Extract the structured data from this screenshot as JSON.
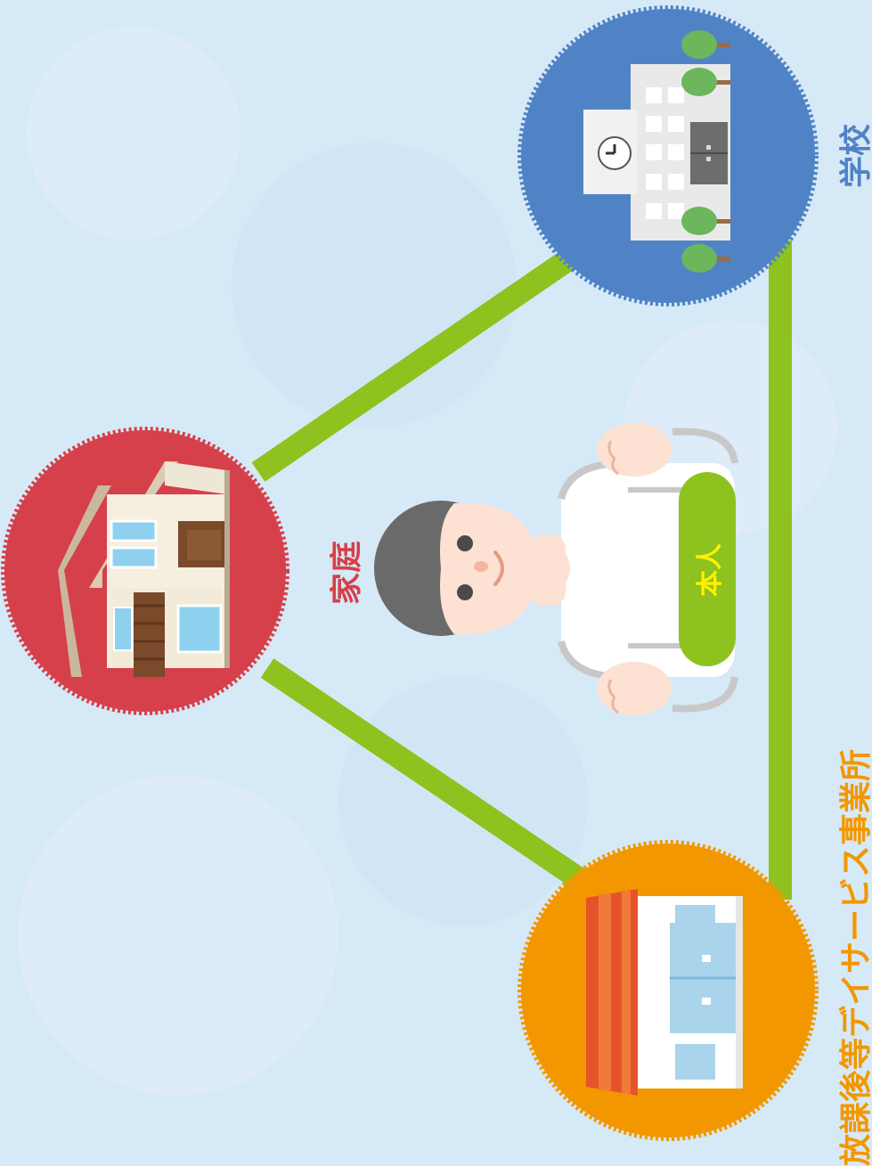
{
  "nodes": {
    "home": {
      "label": "家庭",
      "color": "#d6404a",
      "label_color": "#d6404a"
    },
    "school": {
      "label": "学校",
      "color": "#5083c6",
      "label_color": "#5083c6"
    },
    "office": {
      "label": "放課後等デイサービス事業所",
      "color": "#f39700",
      "label_color": "#f39700"
    }
  },
  "center": {
    "label": "本人",
    "badge_color": "#8dc21f",
    "label_color": "#fff100"
  },
  "colors": {
    "background": "#d6e9f6",
    "connector": "#8dc21f"
  }
}
